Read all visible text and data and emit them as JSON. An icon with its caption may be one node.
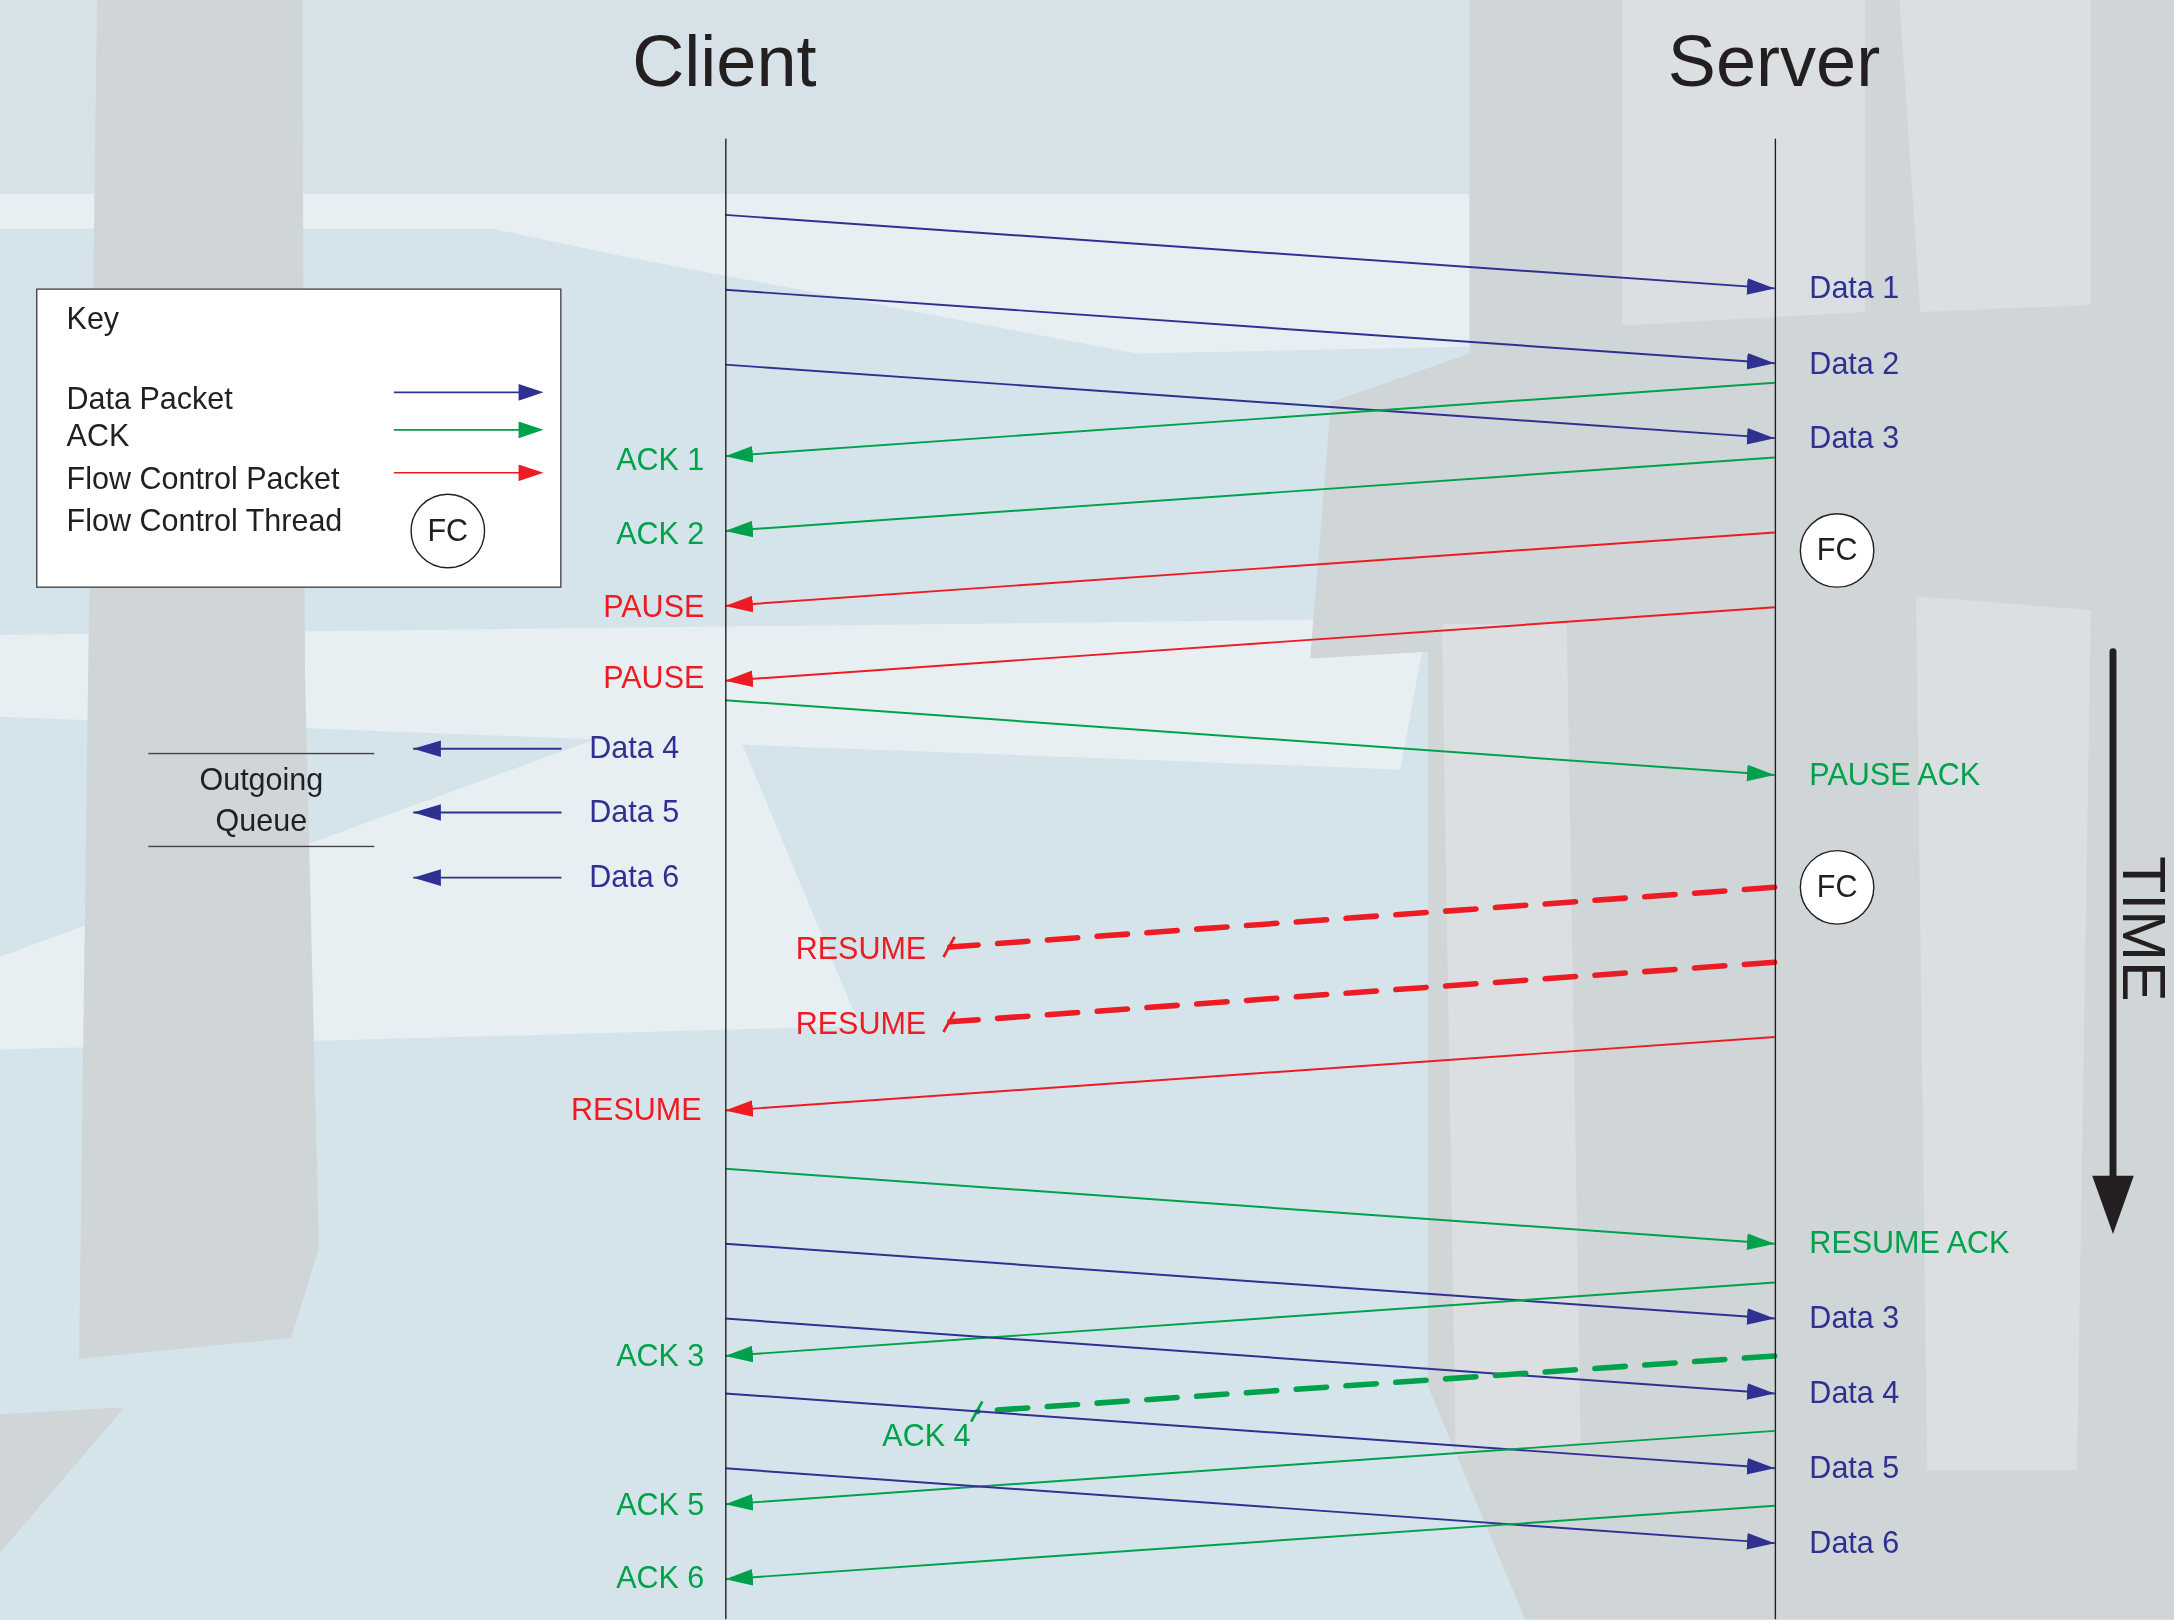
{
  "diagram": {
    "nodes": [
      {
        "text": [
          "Client"
        ]
      },
      {
        "text": [
          "Server"
        ]
      },
      {
        "text": [
          "FC"
        ]
      },
      {
        "text": [
          "Data 4"
        ]
      },
      {
        "text": [
          "Data 5"
        ]
      },
      {
        "text": [
          "Data 6"
        ]
      },
      {
        "text": [
          "FC"
        ]
      }
    ],
    "edges": [
      {
        "from": 0,
        "to": 1,
        "arrow": "to",
        "label": "Data 1"
      },
      {
        "from": 0,
        "to": 1,
        "arrow": "to",
        "label": "Data 2"
      },
      {
        "from": 0,
        "to": 1,
        "arrow": "to",
        "label": "Data 3"
      },
      {
        "from": 1,
        "to": 0,
        "arrow": "to",
        "label": "ACK 1",
        "color": "#00a14b"
      },
      {
        "from": 1,
        "to": 0,
        "arrow": "to",
        "label": "ACK 2",
        "color": "#00a14b"
      },
      {
        "from": 1,
        "to": 0,
        "arrow": "to",
        "label": "PAUSE",
        "color": "#ed1c24"
      },
      {
        "from": 1,
        "to": 0,
        "arrow": "to",
        "label": "PAUSE",
        "color": "#ed1c24"
      },
      {
        "from": 0,
        "to": 1,
        "arrow": "to",
        "label": "PAUSE ACK",
        "color": "#00a14b"
      },
      {
        "from": 3,
        "to": null,
        "arrow": "to"
      },
      {
        "from": 4,
        "to": null,
        "arrow": "to"
      },
      {
        "from": 5,
        "to": null,
        "arrow": "to"
      },
      {
        "from": 1,
        "to": null,
        "arrow": "other",
        "label": "RESUME",
        "style": "dashed",
        "color": "#ed1c24"
      },
      {
        "from": 1,
        "to": null,
        "arrow": "other",
        "label": "RESUME",
        "style": "dashed",
        "color": "#ed1c24"
      },
      {
        "from": 1,
        "to": 0,
        "arrow": "to",
        "label": "RESUME",
        "color": "#ed1c24"
      },
      {
        "from": 0,
        "to": 1,
        "arrow": "to",
        "label": "RESUME ACK",
        "color": "#00a14b"
      },
      {
        "from": 0,
        "to": 1,
        "arrow": "to",
        "label": "Data 3"
      },
      {
        "from": 1,
        "to": 0,
        "arrow": "to",
        "label": "ACK 3",
        "color": "#00a14b"
      },
      {
        "from": 0,
        "to": 1,
        "arrow": "to",
        "label": "Data 4"
      },
      {
        "from": 1,
        "to": null,
        "arrow": "other",
        "label": "ACK 4",
        "style": "dashed",
        "color": "#00a14b"
      },
      {
        "from": 0,
        "to": 1,
        "arrow": "to",
        "label": "Data 5"
      },
      {
        "from": 1,
        "to": 0,
        "arrow": "to",
        "label": "ACK 5",
        "color": "#00a14b"
      },
      {
        "from": 0,
        "to": 1,
        "arrow": "to",
        "label": "Data 6"
      },
      {
        "from": 1,
        "to": 0,
        "arrow": "to",
        "label": "ACK 6",
        "color": "#00a14b"
      }
    ],
    "labels": [
      "Key",
      "FC",
      "Outgoing Queue",
      "TIME"
    ],
    "legend": [
      {
        "text": "Data Packet"
      },
      {
        "text": "ACK"
      },
      {
        "text": "Flow Control Packet"
      },
      {
        "text": "Flow Control Thread"
      }
    ]
  }
}
